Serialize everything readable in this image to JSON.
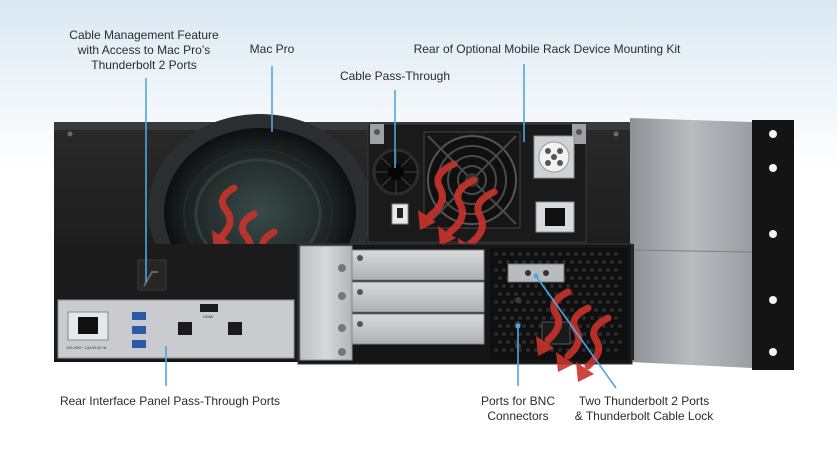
{
  "callouts": {
    "cable_management": "Cable Management Feature\nwith Access to Mac Pro’s\nThunderbolt 2 Ports",
    "mac_pro": "Mac Pro",
    "cable_pass_through": "Cable Pass-Through",
    "rear_mounting_kit": "Rear of Optional Mobile Rack Device Mounting Kit",
    "rear_interface_panel": "Rear Interface Panel Pass-Through Ports",
    "bnc_ports": "Ports for BNC\nConnectors",
    "thunderbolt_ports": "Two Thunderbolt 2 Ports\n& Thunderbolt Cable Lock"
  },
  "panel_labels": {
    "hdmi": "HDMI",
    "power_spec": "100-240V~ 1.5A\n50-60 Hz"
  },
  "colors": {
    "callout_line": "#4aa8e0",
    "airflow_arrow": "#c8332b",
    "chassis_dark": "#1c1c1d",
    "chassis_silver": "#a9acb0"
  }
}
